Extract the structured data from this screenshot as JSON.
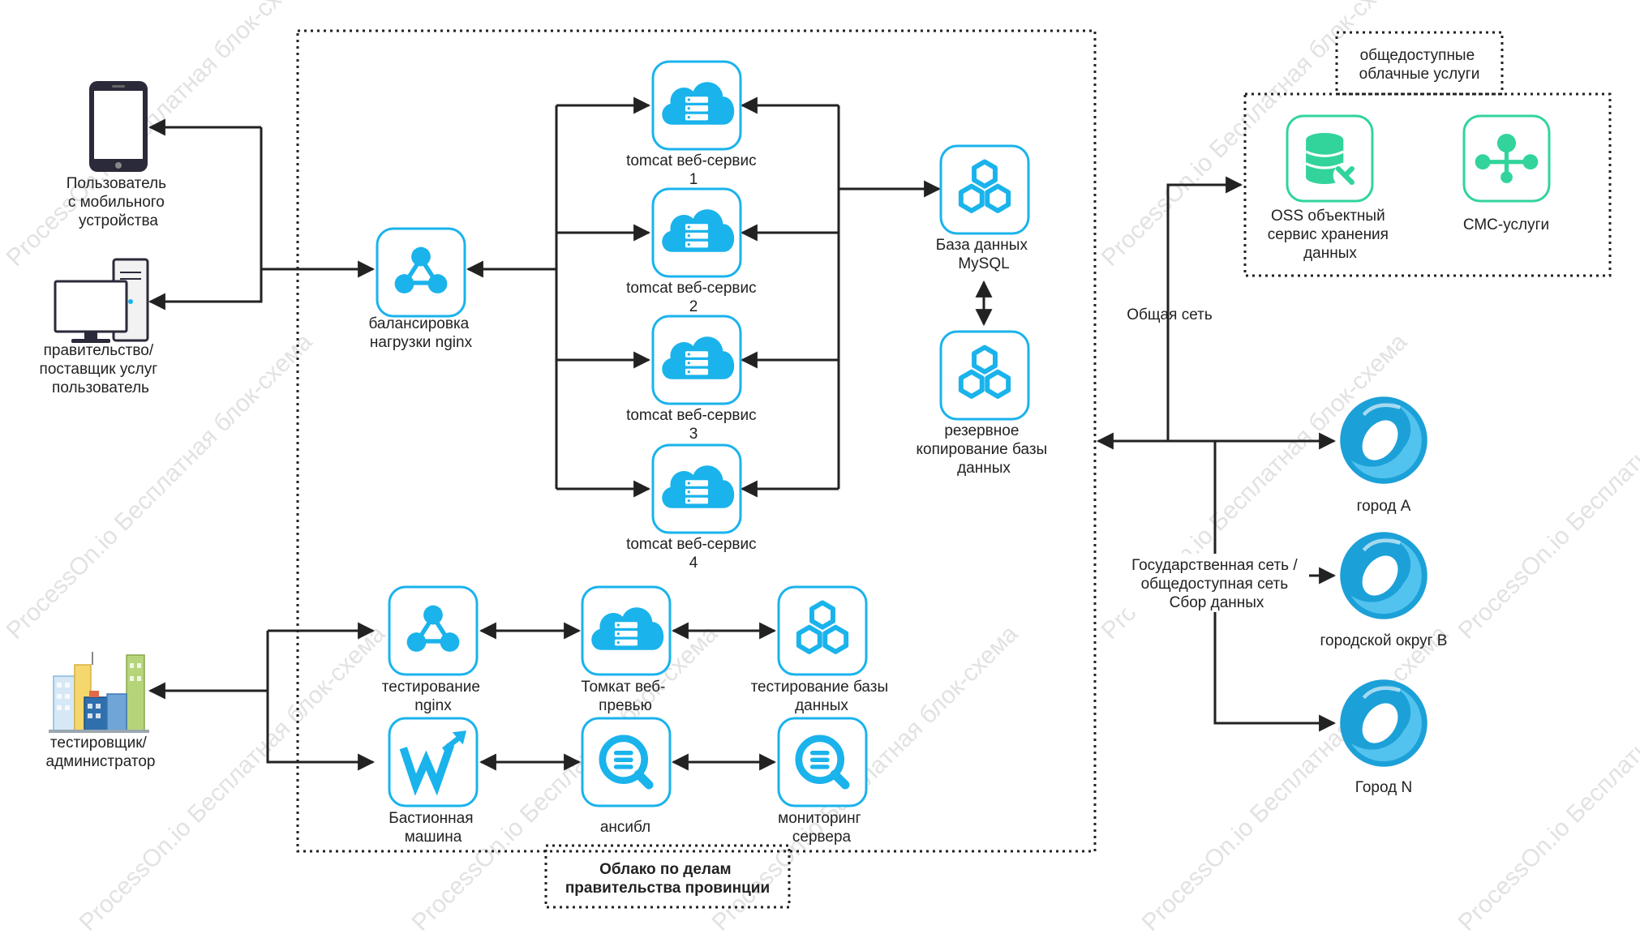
{
  "watermark": "ProcessOn.io Бесплатная блок-схема",
  "left_users": {
    "mobile": [
      "Пользователь",
      "с мобильного",
      "устройства"
    ],
    "government": [
      "правительство/",
      "поставщик услуг",
      "пользователь"
    ],
    "tester": [
      "тестировщик/",
      "администратор"
    ]
  },
  "cloud": {
    "title": [
      "Облако по делам",
      "правительства провинции"
    ],
    "nginx": [
      "балансировка",
      "нагрузки nginx"
    ],
    "tomcats": [
      [
        "tomcat веб-сервис",
        "1"
      ],
      [
        "tomcat веб-сервис",
        "2"
      ],
      [
        "tomcat веб-сервис",
        "3"
      ],
      [
        "tomcat веб-сервис",
        "4"
      ]
    ],
    "mysql": [
      "База данных",
      "MySQL"
    ],
    "backup": [
      "резервное",
      "копирование базы",
      "данных"
    ],
    "test_nginx": [
      "тестирование",
      "nginx"
    ],
    "tomcat_preview": [
      "Томкат веб-",
      "превью"
    ],
    "test_db": [
      "тестирование базы",
      "данных"
    ],
    "bastion": [
      "Бастионная",
      "машина"
    ],
    "ansible": [
      "ансибл"
    ],
    "monitoring": [
      "мониторинг",
      "сервера"
    ]
  },
  "public_cloud": {
    "title": [
      "общедоступные",
      "облачные услуги"
    ],
    "oss": [
      "OSS объектный",
      "сервис хранения",
      "данных"
    ],
    "sms": [
      "СМС-услуги"
    ]
  },
  "networks": {
    "public": "Общая сеть",
    "gov": [
      "Государственная сеть /",
      "общедоступная сеть",
      "Сбор данных"
    ]
  },
  "cities": {
    "a": "город A",
    "b": "городской округ B",
    "n": "Город N"
  },
  "colors": {
    "accent": "#1ab3ec",
    "accent_green": "#32d49b",
    "line": "#222222",
    "watermark": "#e2e2e2"
  },
  "icons": [
    "phone-icon",
    "desktop-icon",
    "buildings-icon",
    "nginx-icon",
    "cloud-server-icon",
    "hexagons-icon",
    "bastion-icon",
    "search-icon",
    "database-gear-icon",
    "share-icon",
    "city-icon"
  ]
}
